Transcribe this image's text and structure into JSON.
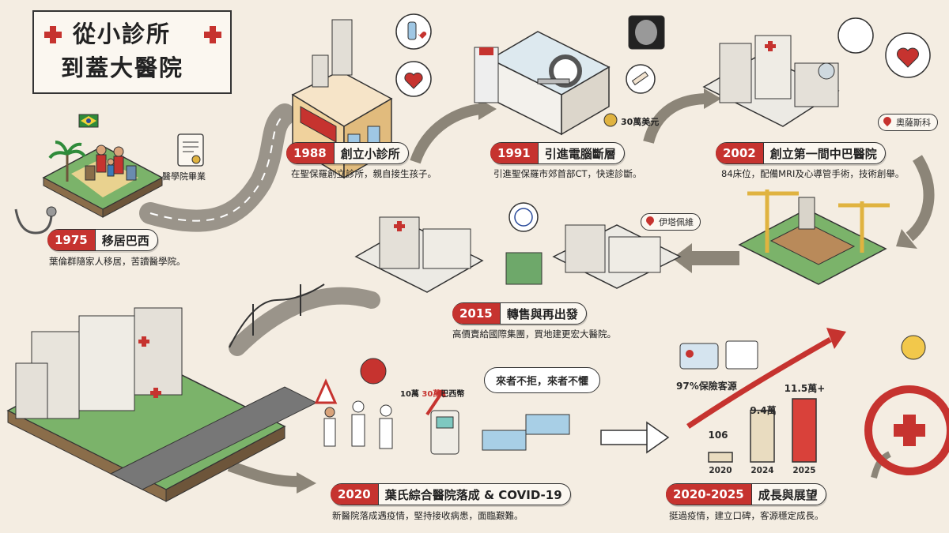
{
  "title": {
    "line1": "從小診所",
    "line2": "到蓋大醫院"
  },
  "milestones": [
    {
      "year": "1975",
      "label": "移居巴西",
      "desc": "葉倫群隨家人移居，苦讀醫學院。"
    },
    {
      "year": "1988",
      "label": "創立小診所",
      "desc": "在聖保羅創立診所，親自接生孩子。"
    },
    {
      "year": "1991",
      "label": "引進電腦斷層",
      "desc": "引進聖保羅市郊首部CT，快速診斷。"
    },
    {
      "year": "2002",
      "label": "創立第一間中巴醫院",
      "desc": "84床位，配備MRI及心導管手術，技術創舉。"
    },
    {
      "year": "2015",
      "label": "轉售與再出發",
      "desc": "高價賣給國際集團，買地建更宏大醫院。"
    },
    {
      "year": "2020",
      "label": "葉氏綜合醫院落成 & COVID-19",
      "desc": "新醫院落成遇疫情，堅持接收病患，面臨艱難。"
    },
    {
      "year": "2020-2025",
      "label": "成長與展望",
      "desc": "挺過疫情，建立口碑，客源穩定成長。"
    }
  ],
  "notes": {
    "graduation": "醫學院畢業",
    "ct_cost": "30萬美元",
    "location_2002": "奧薩斯科",
    "location_2015": "伊塔佩維",
    "covid_price_from": "10萬",
    "covid_price_to": "30萬",
    "covid_price_unit": "巴西幣",
    "covid_motto": "來者不拒，來者不懼",
    "insurance_share": "97%保險客源"
  },
  "chart_data": {
    "type": "bar",
    "categories": [
      "2020",
      "2024",
      "2025"
    ],
    "values": [
      106,
      94000,
      115000
    ],
    "value_labels": [
      "106",
      "9.4萬",
      "11.5萬+"
    ],
    "title": "",
    "xlabel": "",
    "ylabel": ""
  },
  "colors": {
    "accent": "#c6332f",
    "background": "#f4ede2",
    "ink": "#333333",
    "grass": "#7bb36a",
    "building": "#e8e4dc"
  }
}
